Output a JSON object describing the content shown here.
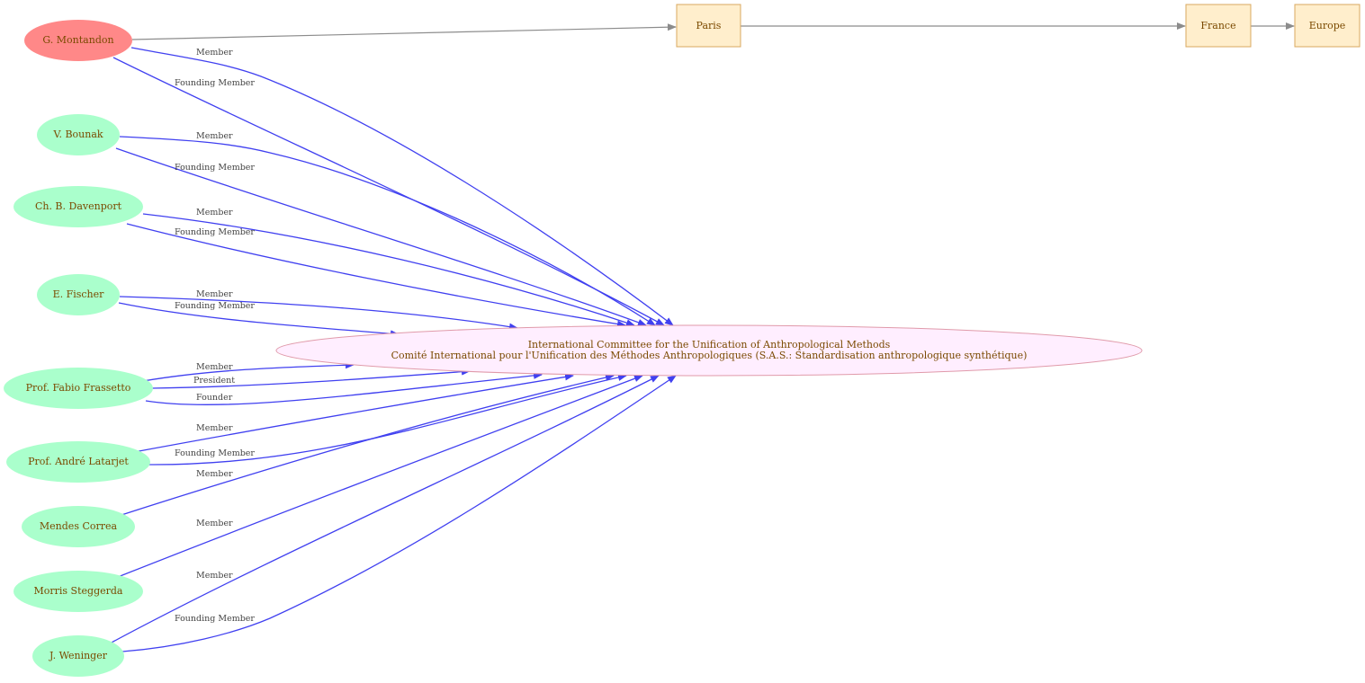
{
  "colors": {
    "person_fill": "#aaffcc",
    "montandon_fill": "#ff8888",
    "org_fill": "#ffeeff",
    "org_stroke": "#e09aaa",
    "place_fill": "#ffeecc",
    "place_stroke": "#d8a860",
    "relation_edge": "#4040f0",
    "location_edge": "#8c8c8c",
    "label_text": "#7a4a00"
  },
  "nodes": {
    "montandon": "G. Montandon",
    "bounak": "V. Bounak",
    "davenport": "Ch. B. Davenport",
    "fischer": "E. Fischer",
    "frassetto": "Prof. Fabio Frassetto",
    "latarjet": "Prof. André Latarjet",
    "correa": "Mendes Correa",
    "steggerda": "Morris Steggerda",
    "weninger": "J. Weninger"
  },
  "organization": {
    "line1": "International Committee for the Unification of Anthropological Methods",
    "line2": "Comité International pour l'Unification des Méthodes Anthropologiques (S.A.S.: Standardisation anthropologique synthétique)"
  },
  "places": {
    "paris": "Paris",
    "france": "France",
    "europe": "Europe"
  },
  "edge_labels": {
    "montandon_member": "Member",
    "montandon_founding": "Founding Member",
    "bounak_member": "Member",
    "bounak_founding": "Founding Member",
    "davenport_member": "Member",
    "davenport_founding": "Founding Member",
    "fischer_member": "Member",
    "fischer_founding": "Founding Member",
    "frassetto_member": "Member",
    "frassetto_president": "President",
    "frassetto_founder": "Founder",
    "latarjet_member": "Member",
    "latarjet_founding": "Founding Member",
    "correa_member": "Member",
    "steggerda_member": "Member",
    "weninger_member": "Member",
    "weninger_founding": "Founding Member"
  }
}
